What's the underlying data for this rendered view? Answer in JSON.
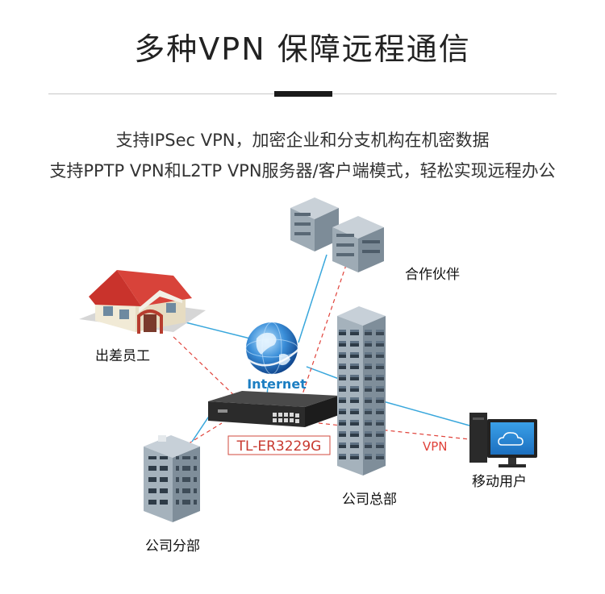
{
  "title": "多种VPN 保障远程通信",
  "description": {
    "line1": "支持IPSec VPN，加密企业和分支机构在机密数据",
    "line2": "支持PPTP VPN和L2TP VPN服务器/客户端模式，轻松实现远程办公"
  },
  "diagram": {
    "internet_label": "Internet",
    "router_model": "TL-ER3229G",
    "vpn_label": "VPN",
    "nodes": {
      "partner": "合作伙伴",
      "traveling_staff": "出差员工",
      "headquarters": "公司总部",
      "branch": "公司分部",
      "mobile_user": "移动用户"
    }
  },
  "colors": {
    "solid_link": "#39a7dc",
    "vpn_link": "#e0423a",
    "building": "#8b9aa6",
    "router": "#2b2b2b"
  }
}
